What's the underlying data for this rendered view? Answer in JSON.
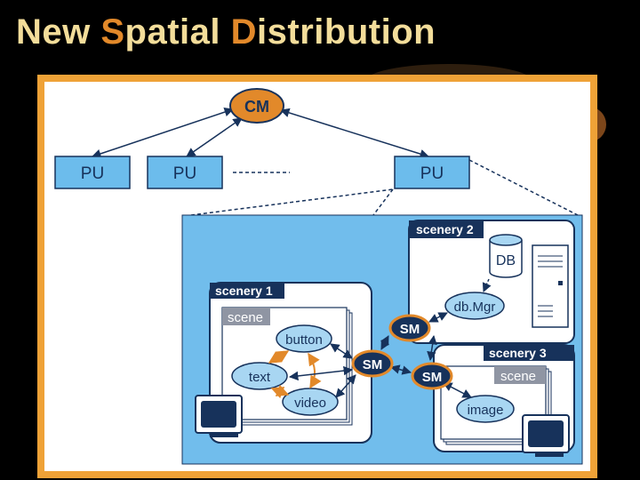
{
  "title": {
    "part1": "New ",
    "part2": "S",
    "part3": "patial ",
    "part4": "D",
    "part5": "istribution"
  },
  "nodes": {
    "cm": "CM",
    "pu1": "PU",
    "pu2": "PU",
    "pu3": "PU",
    "db": "DB",
    "dbmgr": "db.Mgr",
    "sm_top": "SM",
    "sm_mid": "SM",
    "sm_right": "SM",
    "button": "button",
    "text": "text",
    "video": "video",
    "image": "image"
  },
  "groups": {
    "scenery1": "scenery 1",
    "scenery2": "scenery 2",
    "scenery3": "scenery 3",
    "scene1": "scene",
    "scene3": "scene"
  },
  "colors": {
    "accent": "#e2892a",
    "pu_fill": "#6cbcec",
    "region_fill": "#71bdec",
    "node_fill": "#a8d6f2",
    "dark": "#17325b"
  }
}
